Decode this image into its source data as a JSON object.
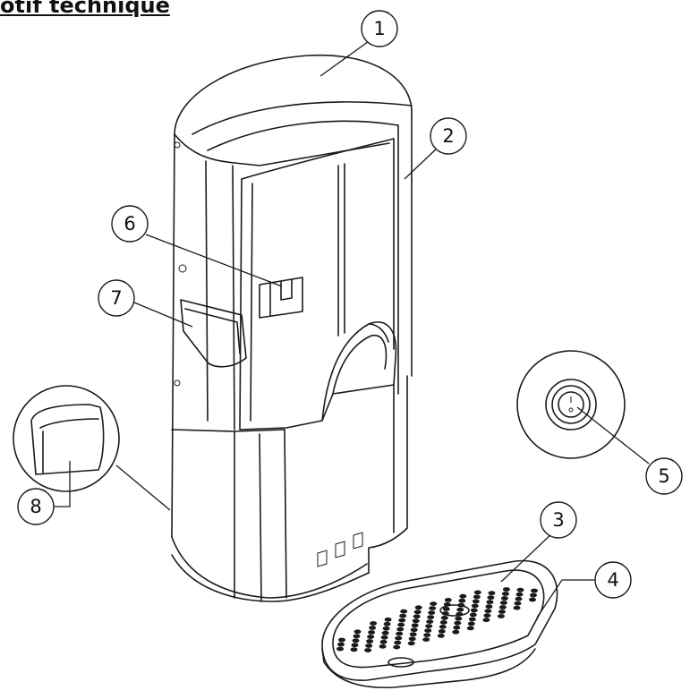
{
  "title": "otif technique",
  "callouts": [
    {
      "id": "1",
      "label": "1"
    },
    {
      "id": "2",
      "label": "2"
    },
    {
      "id": "3",
      "label": "3"
    },
    {
      "id": "4",
      "label": "4"
    },
    {
      "id": "5",
      "label": "5"
    },
    {
      "id": "6",
      "label": "6"
    },
    {
      "id": "7",
      "label": "7"
    },
    {
      "id": "8",
      "label": "8"
    }
  ]
}
